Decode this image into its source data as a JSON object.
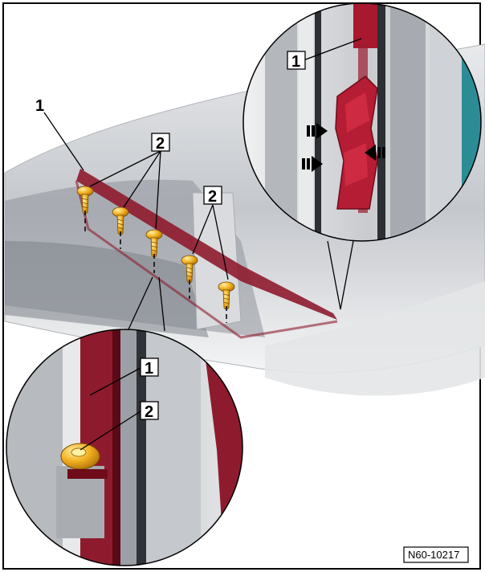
{
  "figure": {
    "reference_code": "N60-10217",
    "callouts": {
      "part_1": "1",
      "part_2": "2"
    },
    "colors": {
      "trim_strip": "#8e1b2d",
      "screw": "#f2b01e",
      "body_panel": "#c9ccd1",
      "outline": "#000000"
    }
  }
}
